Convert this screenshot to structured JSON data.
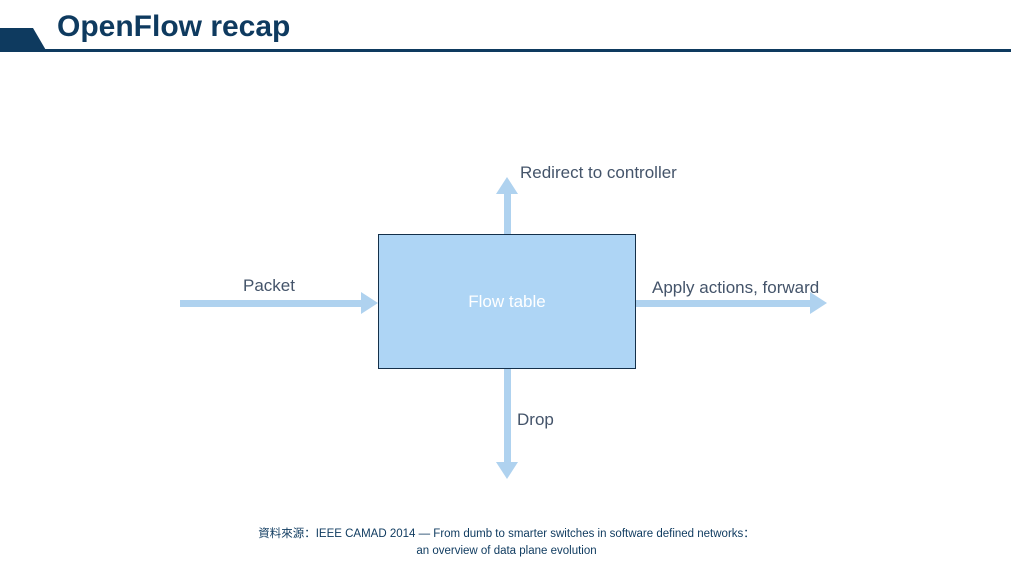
{
  "slide": {
    "title": "OpenFlow recap",
    "accent_color": "#0E3A5F",
    "rule_color": "#0E3A5F"
  },
  "diagram": {
    "type": "flow-diagram",
    "node": {
      "label": "Flow table",
      "fill_color": "#AED5F5",
      "border_color": "#14304A",
      "text_color": "#FFFFFF"
    },
    "arrow_color": "#AFD2EF",
    "label_color": "#44546A",
    "arrows": [
      {
        "name": "packet-in",
        "label": "Packet",
        "direction": "right",
        "from": "external",
        "to": "Flow table"
      },
      {
        "name": "redirect-up",
        "label": "Redirect to controller",
        "direction": "up",
        "from": "Flow table",
        "to": "controller"
      },
      {
        "name": "apply-forward",
        "label": "Apply actions, forward",
        "direction": "right",
        "from": "Flow table",
        "to": "external"
      },
      {
        "name": "drop-down",
        "label": "Drop",
        "direction": "down",
        "from": "Flow table",
        "to": "discard"
      }
    ]
  },
  "source": {
    "line1": "資料來源：IEEE CAMAD 2014 — From dumb to smarter switches in software defined networks：",
    "line2": "an overview of data plane evolution"
  }
}
